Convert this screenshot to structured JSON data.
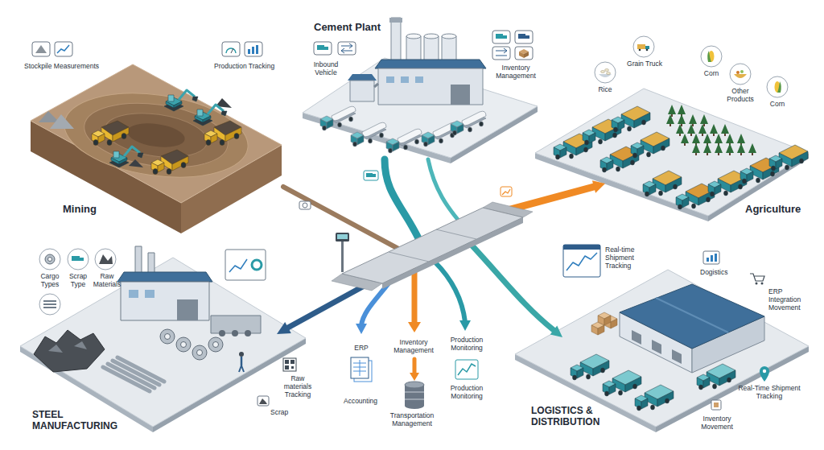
{
  "diagram": {
    "nodes": [
      {
        "text": [
          "Mining"
        ]
      },
      {
        "text": [
          "Cement Plant"
        ]
      },
      {
        "text": [
          "Agriculture"
        ]
      },
      {
        "text": [
          "STEEL MANUFACTURING"
        ]
      },
      {
        "text": [
          "LOGISTICS & DISTRIBUTION"
        ]
      }
    ],
    "labels": [
      "Stockpile Measurements",
      "Production Tracking",
      "Inbound Vehicle",
      "Inventory Management",
      "Rice",
      "Grain Truck",
      "Corn",
      "Other Products",
      "Corn",
      "Cargo Types",
      "Scrap Type",
      "Raw Materials",
      "Scrap",
      "Raw materials Tracking",
      "Real-time Shipment Tracking",
      "Dogistics",
      "ERP Integration Movement",
      "Real-Time Shipment Tracking",
      "Inventory Movement",
      "ERP",
      "Accounting",
      "Inventory Management",
      "Transportation Management",
      "Production Monitoring",
      "Production Monitoring"
    ]
  }
}
